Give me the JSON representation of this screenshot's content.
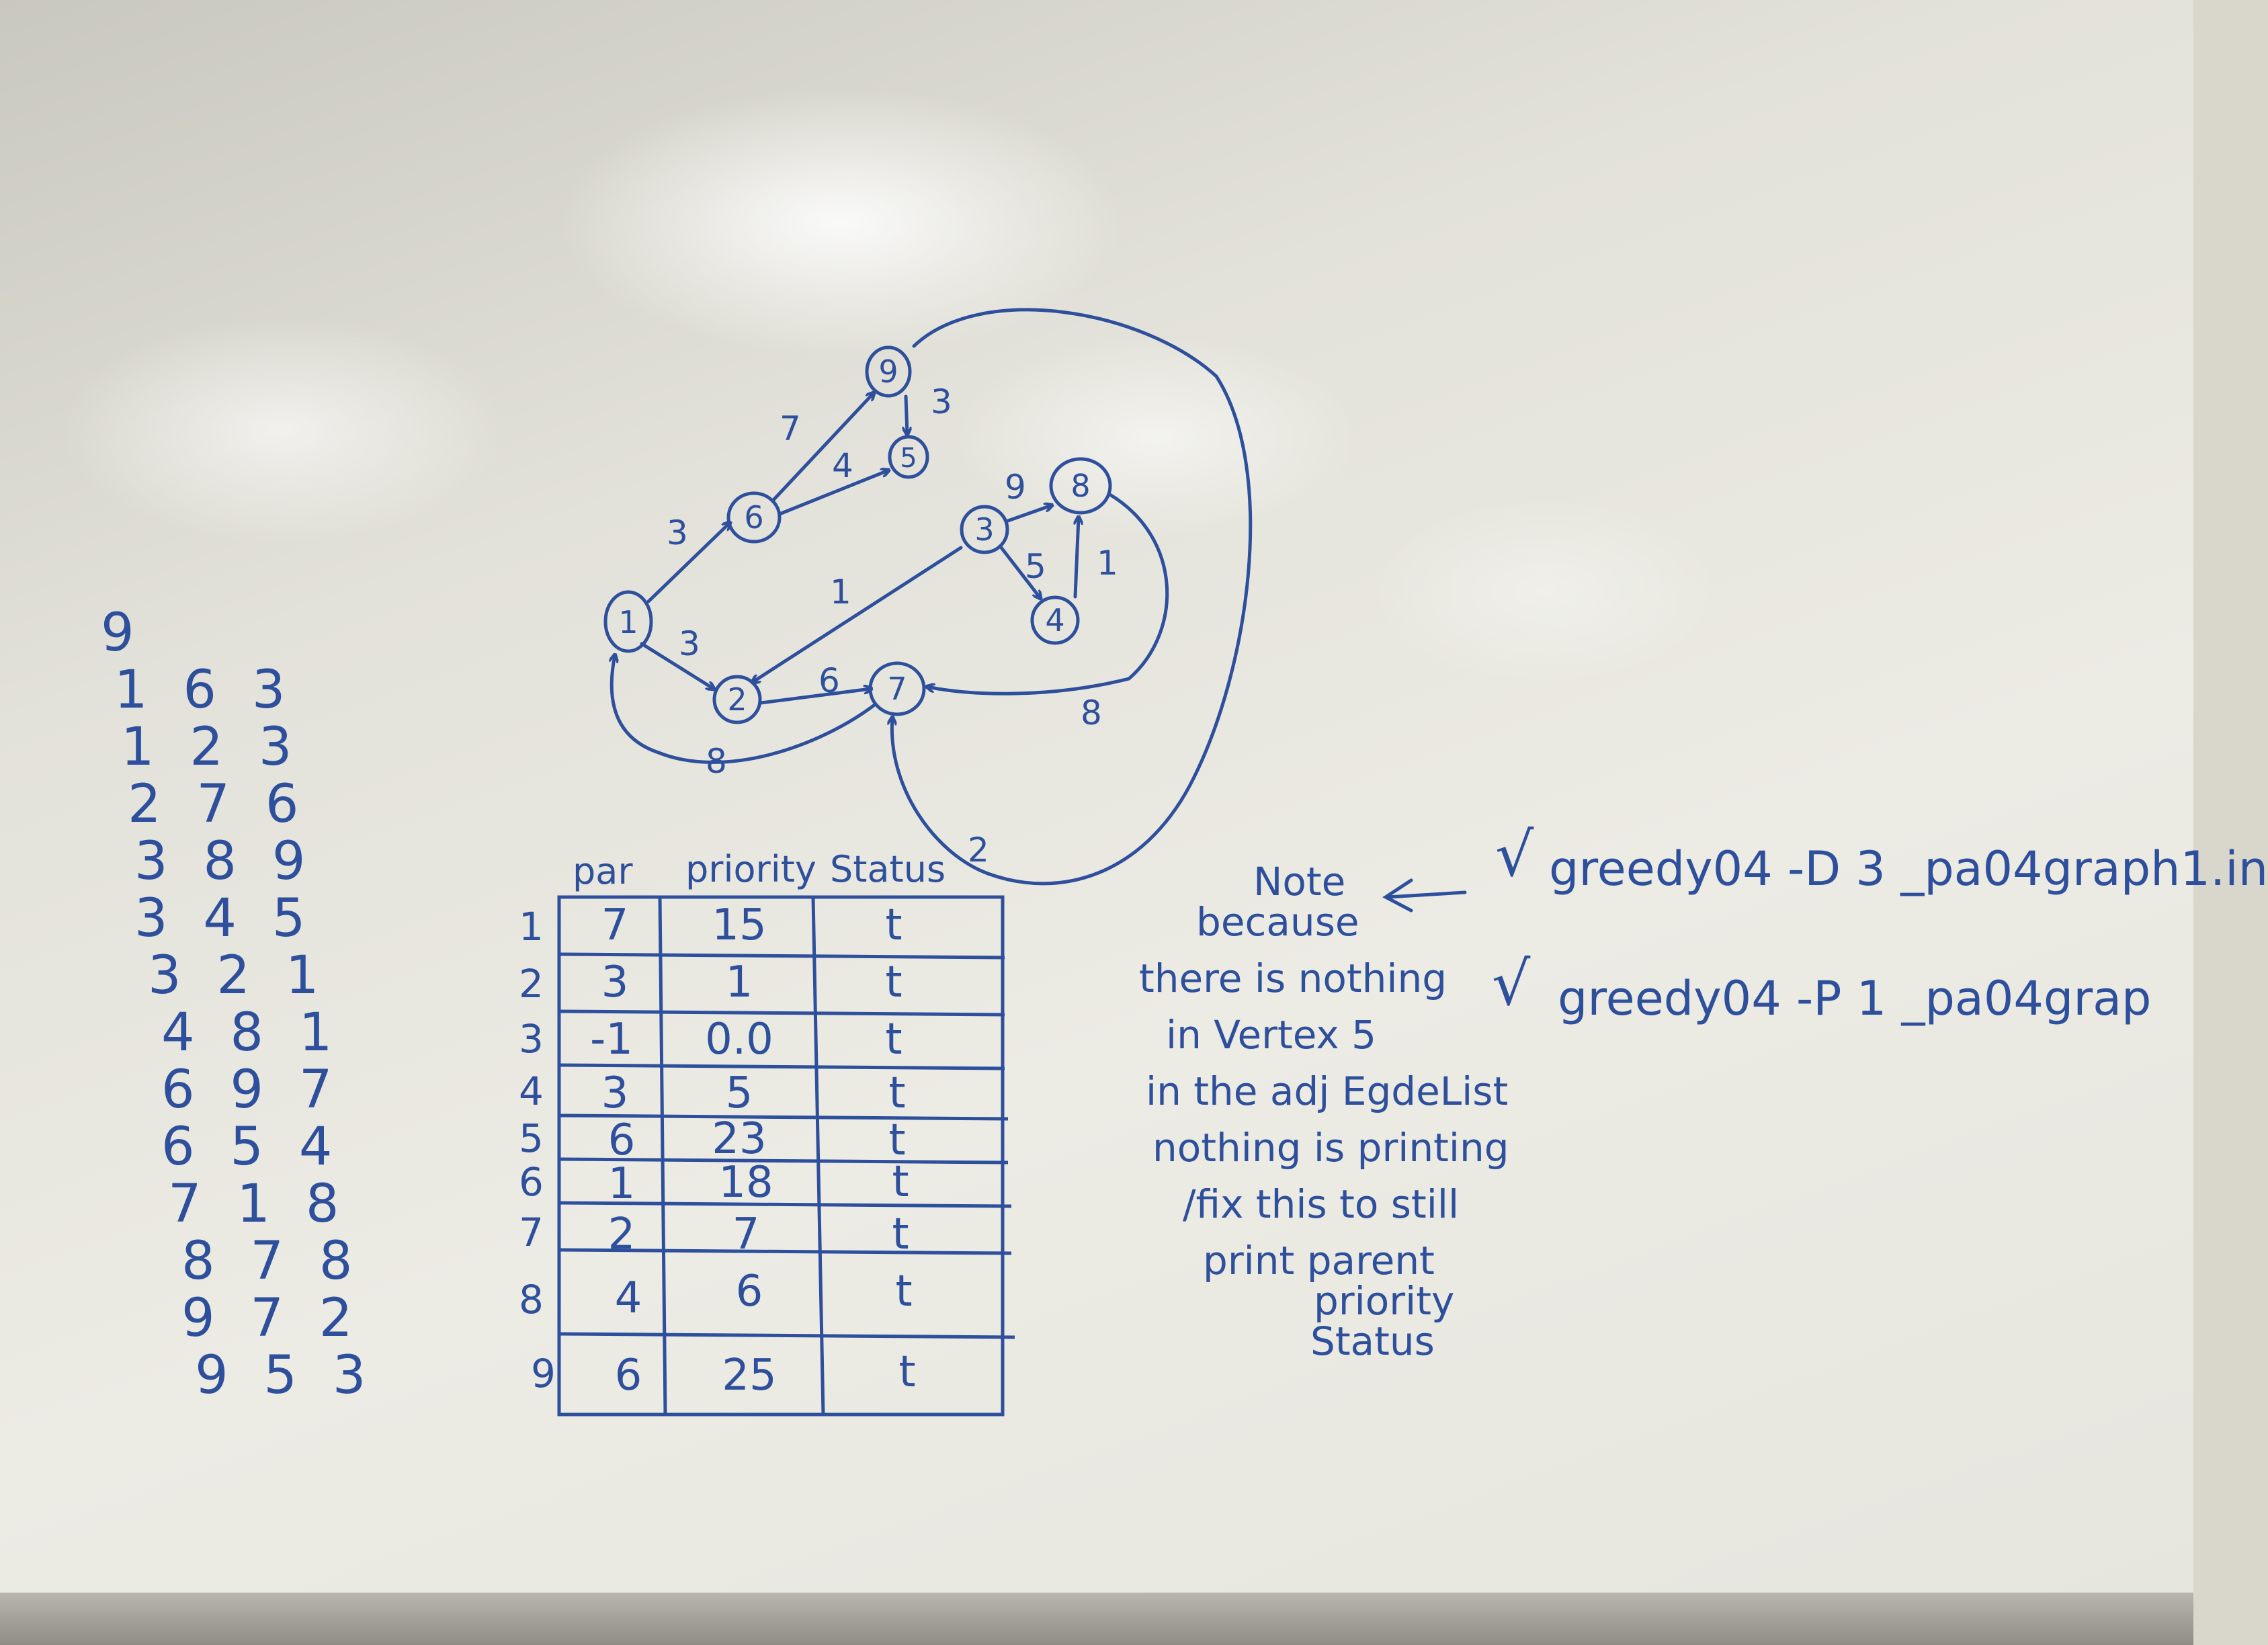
{
  "vertex_list": [
    "9",
    "1 6 3",
    "1 2 3",
    "2 7 6",
    "3 8 9",
    "3 4 5",
    "3 2 1",
    "4 8 1",
    "6 9 7",
    "6 5 4",
    "7 1 8",
    "8 7 8",
    "9 7 2",
    "9 5 3"
  ],
  "graph": {
    "nodes": [
      "1",
      "2",
      "3",
      "4",
      "5",
      "6",
      "7",
      "8",
      "9"
    ],
    "edge_weights": [
      "3",
      "3",
      "7",
      "4",
      "3",
      "9",
      "5",
      "1",
      "1",
      "6",
      "8",
      "8",
      "2"
    ]
  },
  "table": {
    "headers": [
      "par",
      "priority",
      "Status"
    ],
    "rows": [
      {
        "num": "1",
        "par": "7",
        "priority": "15",
        "status": "t"
      },
      {
        "num": "2",
        "par": "3",
        "priority": "1",
        "status": "t"
      },
      {
        "num": "3",
        "par": "-1",
        "priority": "0.0",
        "status": "t"
      },
      {
        "num": "4",
        "par": "3",
        "priority": "5",
        "status": "t"
      },
      {
        "num": "5",
        "par": "6",
        "priority": "23",
        "status": "t"
      },
      {
        "num": "6",
        "par": "1",
        "priority": "18",
        "status": "t"
      },
      {
        "num": "7",
        "par": "2",
        "priority": "7",
        "status": "t"
      },
      {
        "num": "8",
        "par": "4",
        "priority": "6",
        "status": "t"
      },
      {
        "num": "9",
        "par": "6",
        "priority": "25",
        "status": "t"
      }
    ]
  },
  "note_lines": [
    "Note",
    "because",
    "there is nothing",
    "in Vertex 5",
    "in the adj EgdeList",
    "nothing is printing",
    "/fix this to still",
    "print parent",
    "priority",
    "Status"
  ],
  "commands": {
    "check1": "√",
    "cmd1": "greedy04 -D 3 _pa04graph1.in",
    "check2": "√",
    "cmd2": "greedy04 -P 1 _pa04grap"
  },
  "colors": {
    "ink": "#2d4f9c",
    "board": "#e6e5de"
  }
}
